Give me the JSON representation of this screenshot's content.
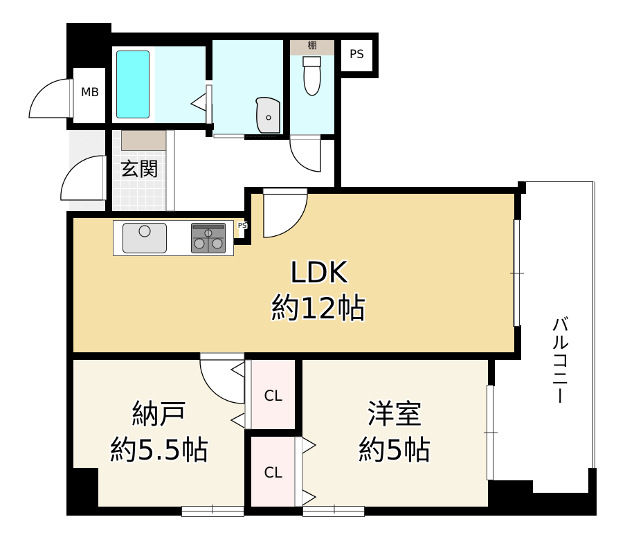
{
  "plan": {
    "rooms": {
      "ldk": {
        "name": "LDK",
        "size": "約12帖"
      },
      "storage": {
        "name": "納戸",
        "size": "約5.5帖"
      },
      "western": {
        "name": "洋室",
        "size": "約5帖"
      },
      "entrance": {
        "name": "玄関"
      },
      "balcony": {
        "name": "バルコニー"
      }
    },
    "labels": {
      "mb": "MB",
      "ps_top": "PS",
      "ps_kitchen": "PS",
      "shelf": "棚",
      "closet_upper": "CL",
      "closet_lower": "CL"
    },
    "colors": {
      "ldk": "#f5e0a8",
      "rooms": "#f9f3e3",
      "wet": "#dcfcfd",
      "bathtub": "#80fdfd",
      "closet": "#fdf0ef",
      "shelf": "#d8ccbe",
      "entrance_tile": "#ececec",
      "wall": "#000000"
    }
  }
}
